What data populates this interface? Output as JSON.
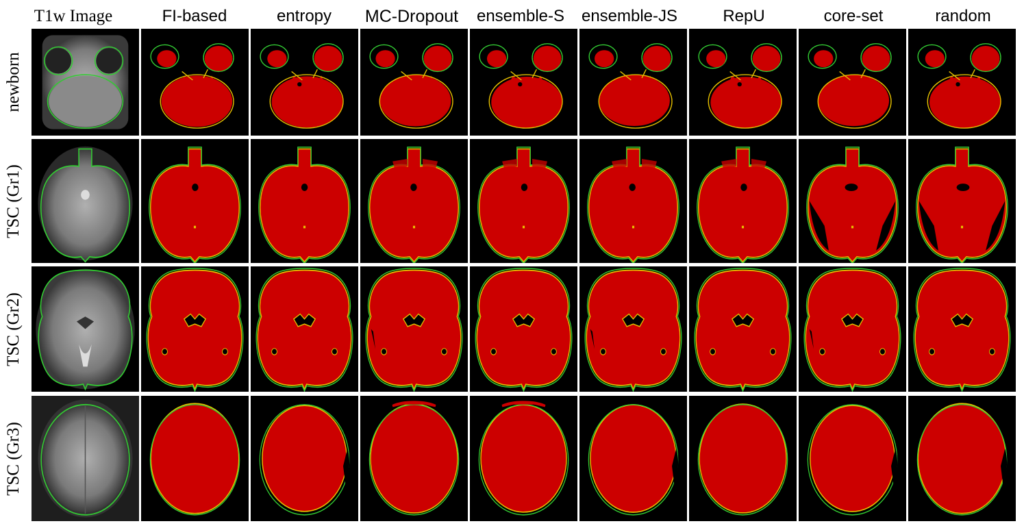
{
  "figure": {
    "column_headers": [
      "T1w Image",
      "FI-based",
      "entropy",
      "MC-Dropout",
      "ensemble-S",
      "ensemble-JS",
      "RepU",
      "core-set",
      "random"
    ],
    "row_labels": [
      "newborn",
      "TSC (Gr1)",
      "TSC (Gr2)",
      "TSC (Gr3)"
    ]
  },
  "colors": {
    "background": "#000000",
    "segmentation": "#cc0000",
    "ground_truth_contour": "#33cc33",
    "overlap_contour": "#e6c000"
  }
}
